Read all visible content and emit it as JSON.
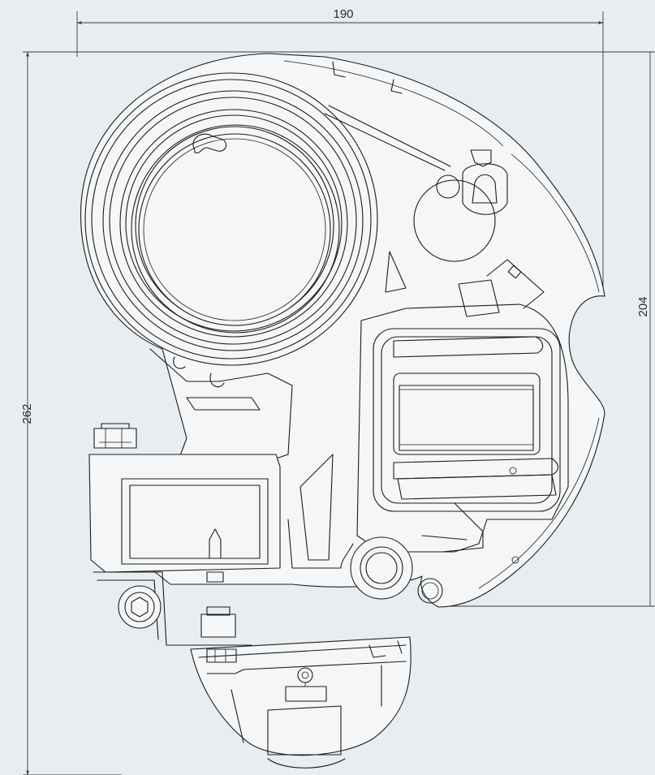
{
  "dimensions": {
    "width": "190",
    "height_total": "262",
    "height_right": "204"
  },
  "colors": {
    "background": "#e8edf1",
    "line": "#1c1c1c",
    "dimension_line": "#3a3a3a"
  }
}
